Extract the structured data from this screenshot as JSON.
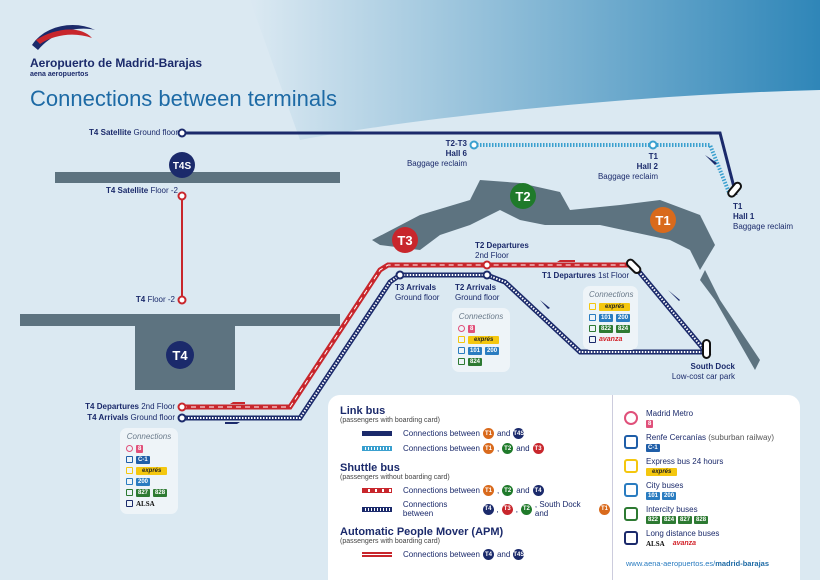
{
  "header": {
    "brand": "Aeropuerto de Madrid-Barajas",
    "sub_brand": "aena aeropuertos",
    "title": "Connections between terminals"
  },
  "map": {
    "t4_satellite_ground": {
      "bold": "T4 Satellite",
      "rest": "Ground floor"
    },
    "t4_satellite_floor": {
      "bold": "T4 Satellite",
      "rest": "Floor -2"
    },
    "t4_floor": {
      "bold": "T4",
      "rest": "Floor -2"
    },
    "t4_departures": {
      "bold": "T4 Departures",
      "rest": "2nd Floor"
    },
    "t4_arrivals": {
      "bold": "T4 Arrivals",
      "rest": "Ground floor"
    },
    "t2t3_hall6": {
      "l1": "T2-T3",
      "l2": "Hall 6",
      "l3": "Baggage reclaim"
    },
    "t1_hall2": {
      "l1": "T1",
      "l2": "Hall 2",
      "l3": "Baggage reclaim"
    },
    "t1_hall1": {
      "l1": "T1",
      "l2": "Hall 1",
      "l3": "Baggage reclaim"
    },
    "t2_departures": {
      "l1": "T2 Departures",
      "l2": "2nd Floor"
    },
    "t3_arrivals": {
      "l1": "T3 Arrivals",
      "l2": "Ground floor"
    },
    "t2_arrivals": {
      "l1": "T2 Arrivals",
      "l2": "Ground floor"
    },
    "t1_departures": {
      "bold": "T1 Departures",
      "rest": "1st Floor"
    },
    "south_dock": {
      "l1": "South Dock",
      "l2": "Low-cost car park"
    },
    "terminals": {
      "t4s": "T4S",
      "t4": "T4",
      "t3": "T3",
      "t2": "T2",
      "t1": "T1"
    }
  },
  "connections": {
    "heading": "Connections",
    "t4": {
      "metro": "8",
      "renfe": "C-1",
      "express": "exprés",
      "city": [
        "200"
      ],
      "intercity": [
        "827",
        "828"
      ],
      "long": "ALSA"
    },
    "t2": {
      "metro": "8",
      "express": "exprés",
      "city": [
        "101",
        "200"
      ],
      "intercity": [
        "824"
      ]
    },
    "t1": {
      "express": "exprés",
      "city": [
        "101",
        "200"
      ],
      "intercity": [
        "822",
        "824"
      ],
      "long": "avanza"
    }
  },
  "legend": {
    "link_bus": {
      "title": "Link bus",
      "sub": "(passengers with boarding card)",
      "rows": [
        {
          "text": "Connections between",
          "badges": [
            "T1",
            "T4S"
          ],
          "sep": [
            "and"
          ]
        },
        {
          "text": "Connections between",
          "badges": [
            "T1",
            "T2",
            "T3"
          ],
          "sep": [
            ",",
            "and"
          ]
        }
      ]
    },
    "shuttle_bus": {
      "title": "Shuttle bus",
      "sub": "(passengers without boarding card)",
      "rows": [
        {
          "text": "Connections between",
          "badges": [
            "T1",
            "T2",
            "T4"
          ],
          "sep": [
            ",",
            "and"
          ]
        },
        {
          "text": "Connections between",
          "badges": [
            "T4",
            "T3",
            "T2",
            "T1"
          ],
          "sep": [
            ",",
            ",",
            ", South Dock and"
          ]
        }
      ]
    },
    "apm": {
      "title": "Automatic People Mover (APM)",
      "sub": "(passengers with boarding card)",
      "rows": [
        {
          "text": "Connections between",
          "badges": [
            "T4",
            "T4S"
          ],
          "sep": [
            "and"
          ]
        }
      ]
    },
    "services": [
      {
        "name": "Madrid Metro",
        "tags": [
          "8"
        ]
      },
      {
        "name": "Renfe Cercanías",
        "extra": "(suburban railway)",
        "tags": [
          "C-1"
        ]
      },
      {
        "name": "Express bus 24 hours",
        "tags": [
          "exprés"
        ]
      },
      {
        "name": "City buses",
        "tags": [
          "101",
          "200"
        ]
      },
      {
        "name": "Intercity buses",
        "tags": [
          "822",
          "824",
          "827",
          "828"
        ]
      },
      {
        "name": "Long distance buses",
        "tags": [
          "ALSA",
          "avanza"
        ]
      }
    ],
    "url_plain": "www.aena-aeropuertos.es/",
    "url_bold": "madrid-barajas"
  },
  "colors": {
    "navy": "#1b2a6b",
    "red": "#c8262c",
    "lightblue": "#3aa0cf",
    "t1": "#d96a1c",
    "t2": "#1f7a2a",
    "gray": "#5d7380"
  }
}
